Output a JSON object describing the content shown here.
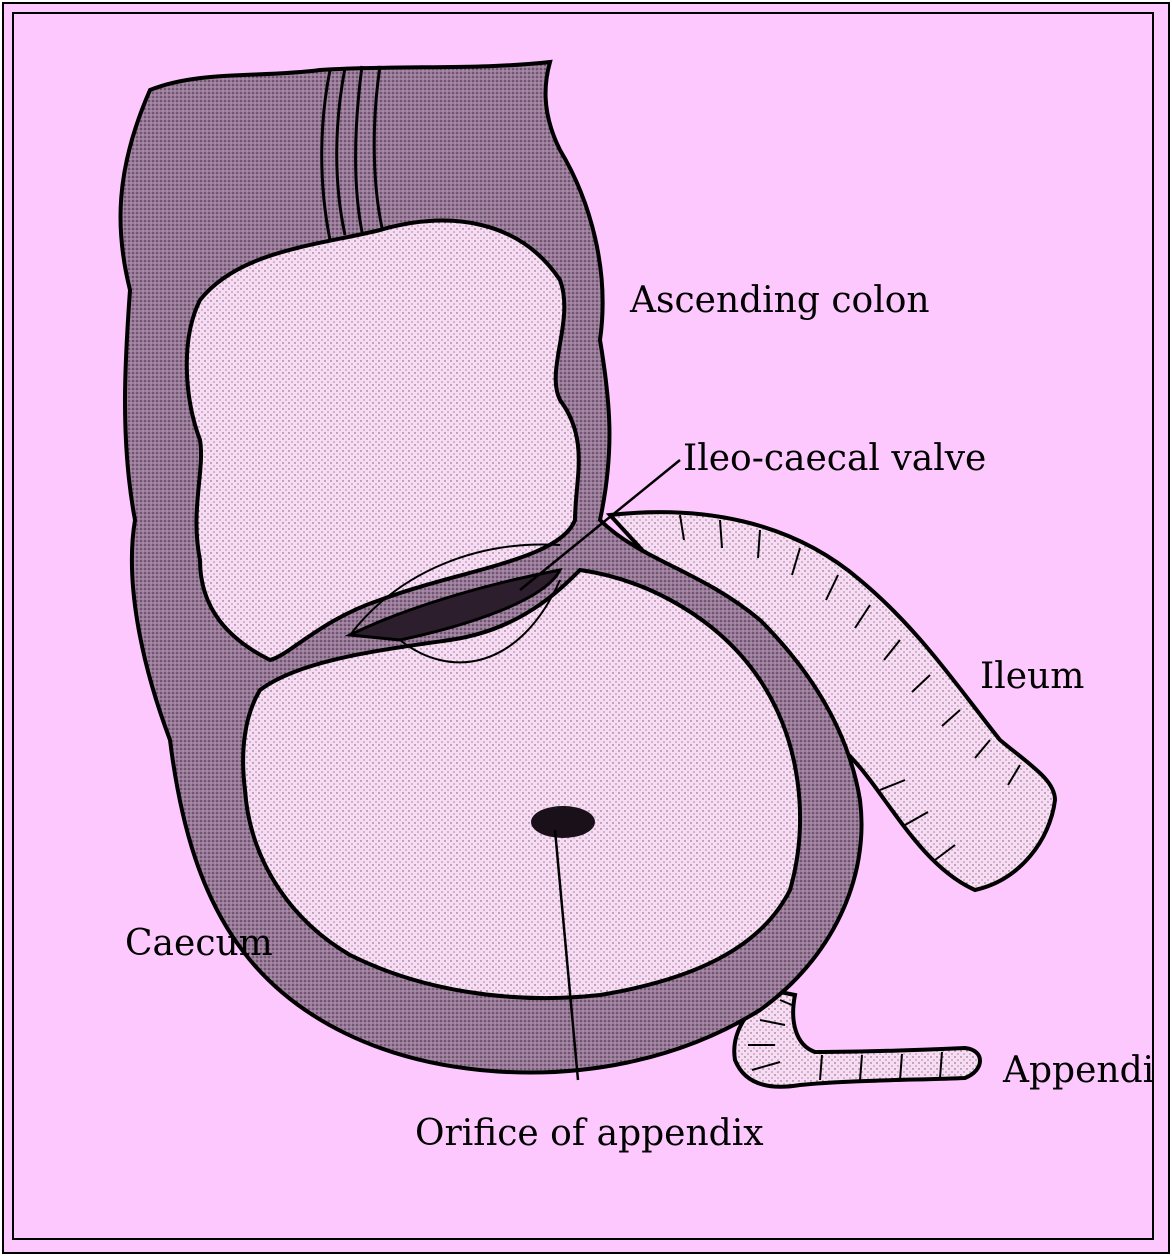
{
  "colors": {
    "background": "#fdc8fd",
    "wall_shade": "#9a7b9a",
    "lumen": "#f6d8f3",
    "ink": "#000000"
  },
  "labels": {
    "ascending_colon": "Ascending colon",
    "ileo_caecal_valve": "Ileo-caecal valve",
    "ileum": "Ileum",
    "caecum": "Caecum",
    "appendix": "Appendi",
    "orifice": "Orifice of appendix"
  }
}
